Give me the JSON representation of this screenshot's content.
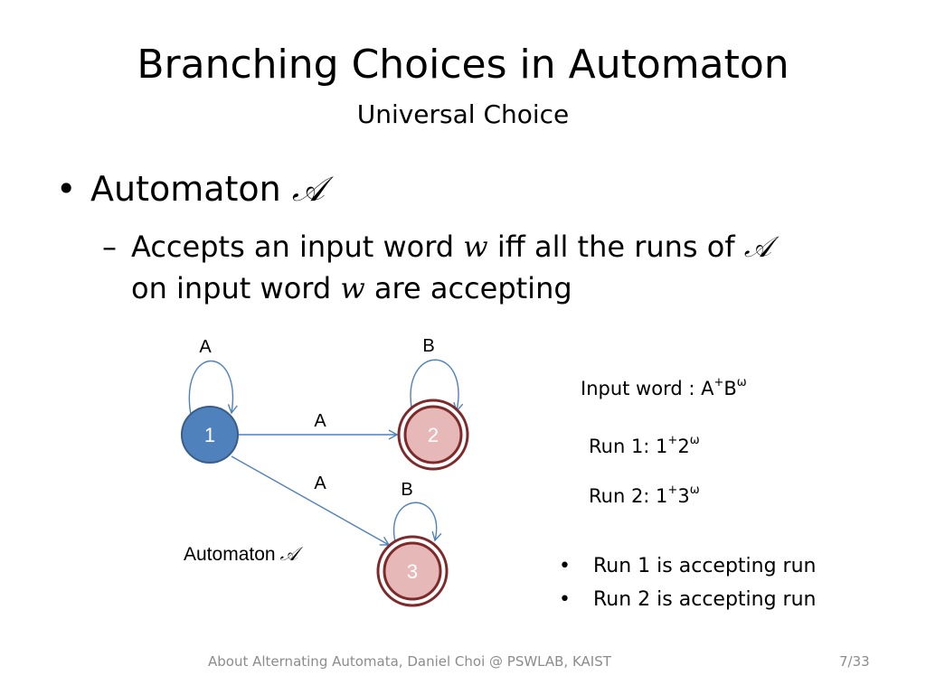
{
  "slide": {
    "title": "Branching Choices in Automaton",
    "subtitle": "Universal Choice",
    "bullet1": {
      "text": "Automaton",
      "symbol": "𝒜"
    },
    "bullet2": {
      "part1": "Accepts an input word",
      "w1": "w",
      "part2": "iff all the runs of",
      "a_sym": "𝒜",
      "part3": "on input word",
      "w2": "w",
      "part4": "are accepting"
    }
  },
  "diagram": {
    "states": [
      {
        "id": "1",
        "label": "1",
        "accepting": false,
        "color": "#4f81bd"
      },
      {
        "id": "2",
        "label": "2",
        "accepting": true,
        "color": "#e6b9b8"
      },
      {
        "id": "3",
        "label": "3",
        "accepting": true,
        "color": "#e6b9b8"
      }
    ],
    "transitions": [
      {
        "from": "1",
        "to": "1",
        "label": "A"
      },
      {
        "from": "1",
        "to": "2",
        "label": "A"
      },
      {
        "from": "1",
        "to": "3",
        "label": "A"
      },
      {
        "from": "2",
        "to": "2",
        "label": "B"
      },
      {
        "from": "3",
        "to": "3",
        "label": "B"
      }
    ],
    "caption": {
      "text": "Automaton",
      "symbol": "𝒜"
    },
    "colors": {
      "edge": "#4f81bd",
      "accept_ring": "#7f2a2a"
    }
  },
  "info": {
    "input_word": {
      "label": "Input word : A",
      "sup1": "+",
      "mid": "B",
      "sup2": "ω"
    },
    "run1": {
      "label": "Run 1: 1",
      "sup1": "+",
      "mid": "2",
      "sup2": "ω"
    },
    "run2": {
      "label": "Run 2: 1",
      "sup1": "+",
      "mid": "3",
      "sup2": "ω"
    }
  },
  "conclusions": [
    "Run 1 is accepting run",
    "Run 2 is accepting run"
  ],
  "footer": {
    "text": "About Alternating Automata, Daniel Choi @ PSWLAB, KAIST",
    "page": "7/33"
  }
}
